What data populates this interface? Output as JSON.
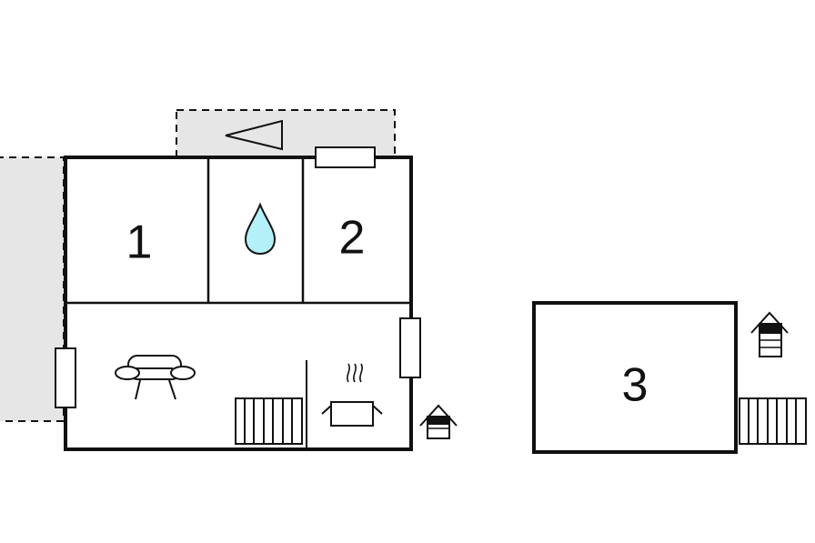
{
  "rooms": [
    {
      "id": "bedroom-1",
      "label": "1"
    },
    {
      "id": "bedroom-2",
      "label": "2"
    },
    {
      "id": "annex-3",
      "label": "3"
    }
  ],
  "icons": {
    "bathroom": "water-drop-icon",
    "living": "sofa-icon",
    "kitchen": "cooking-pot-icon",
    "stairs": "staircase-icon",
    "entrance": "house-entrance-icon",
    "direction": "triangle-arrow-icon"
  },
  "colors": {
    "walls": "#111111",
    "terrace": "#e6e6e6",
    "water": "#b3f0f7"
  }
}
